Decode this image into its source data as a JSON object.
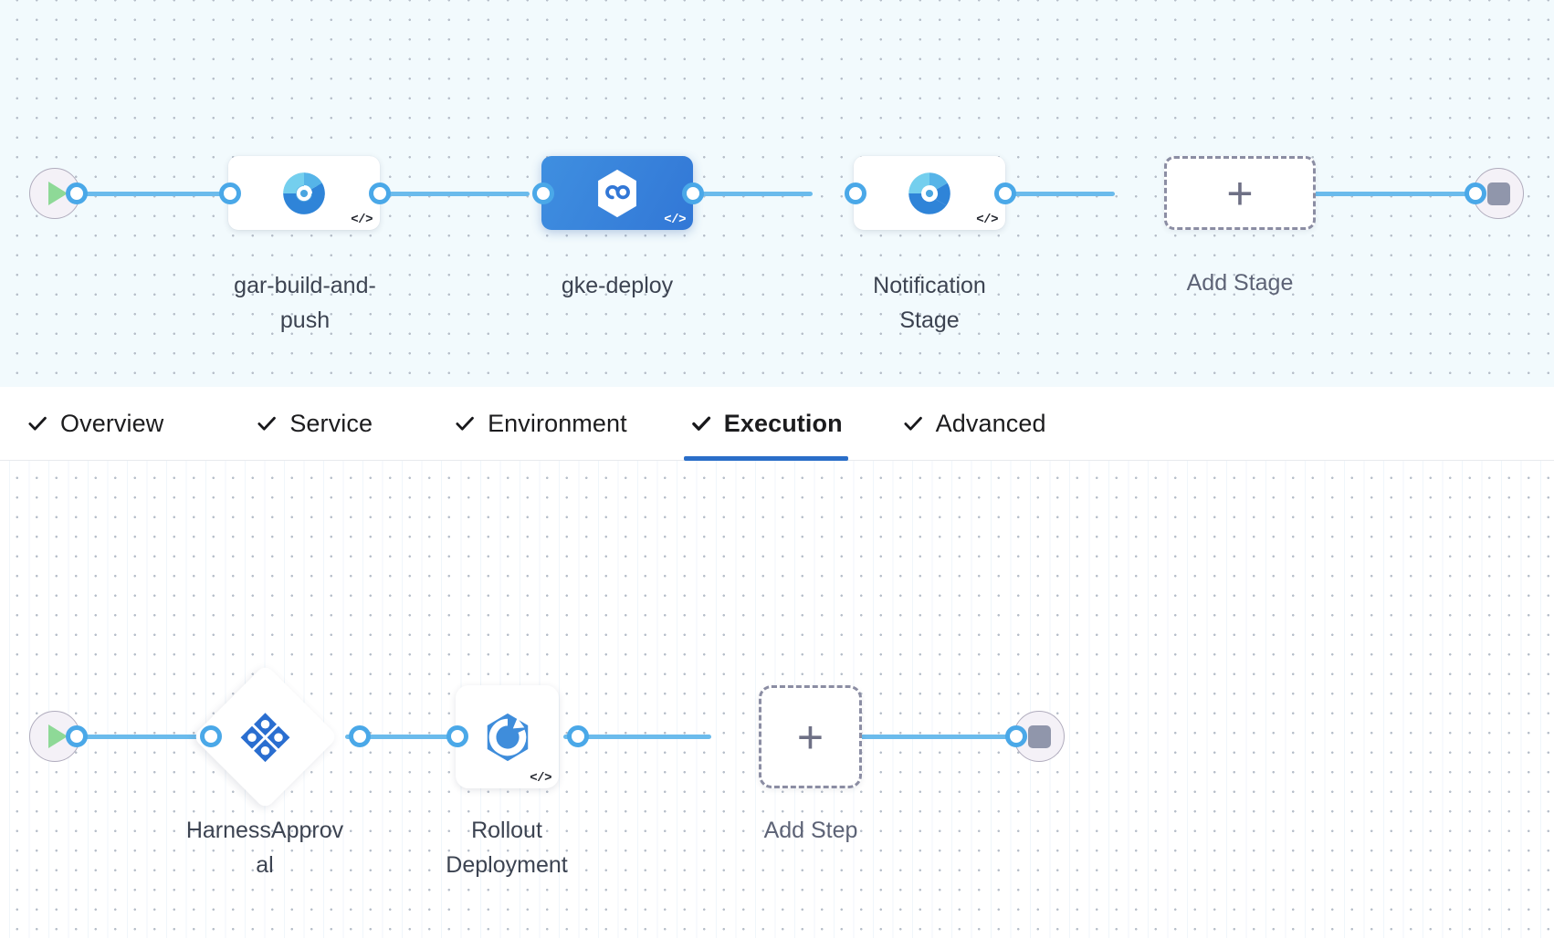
{
  "pipeline": {
    "stage_graph": {
      "start_node": {
        "icon": "play-icon",
        "name": "pipeline-start"
      },
      "end_node": {
        "icon": "stop-icon",
        "name": "pipeline-end"
      },
      "stages": [
        {
          "label": "gar-build-and-\npush",
          "icon": "harness-ci-build-icon",
          "selected": false,
          "has_code_badge": true
        },
        {
          "label": "gke-deploy",
          "icon": "harness-cd-deploy-icon",
          "selected": true,
          "has_code_badge": true
        },
        {
          "label": "Notification\nStage",
          "icon": "harness-ci-build-icon",
          "selected": false,
          "has_code_badge": true
        }
      ],
      "add_stage": {
        "label": "Add Stage",
        "icon": "plus-icon"
      }
    },
    "tabs": [
      {
        "label": "Overview",
        "checked": true,
        "active": false
      },
      {
        "label": "Service",
        "checked": true,
        "active": false
      },
      {
        "label": "Environment",
        "checked": true,
        "active": false
      },
      {
        "label": "Execution",
        "checked": true,
        "active": true
      },
      {
        "label": "Advanced",
        "checked": true,
        "active": false
      }
    ],
    "execution_graph": {
      "start_node": {
        "icon": "play-icon",
        "name": "execution-start"
      },
      "end_node": {
        "icon": "stop-icon",
        "name": "execution-end"
      },
      "steps": [
        {
          "label": "HarnessApprov\nal",
          "icon": "harness-approval-icon",
          "shape": "diamond",
          "has_code_badge": false
        },
        {
          "label": "Rollout\nDeployment",
          "icon": "rollout-deployment-icon",
          "shape": "square",
          "has_code_badge": true
        }
      ],
      "add_step": {
        "label": "Add Step",
        "icon": "plus-icon"
      }
    }
  },
  "colors": {
    "accent_blue": "#2a6ec8",
    "edge_blue": "#6bbbec",
    "port_blue": "#4aa8e8",
    "selected_stage": "#3277d6",
    "canvas_tint": "#f2fafd",
    "dashed_border": "#8b8da3",
    "play_green": "#8ed997",
    "stop_gray": "#9096ab"
  }
}
